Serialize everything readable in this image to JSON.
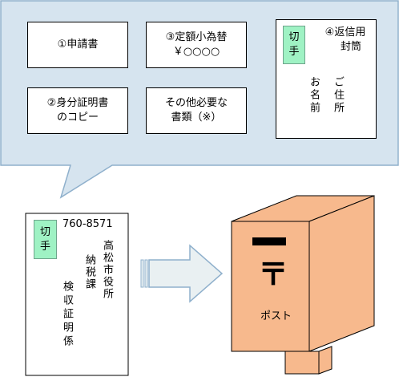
{
  "callout": {
    "items": [
      {
        "lines": [
          "①申請書"
        ]
      },
      {
        "lines": [
          "③定額小為替",
          "￥○○○○"
        ]
      },
      {
        "lines": [
          "②身分証明書",
          "のコピー"
        ]
      },
      {
        "lines": [
          "その他必要な",
          "書類（※）"
        ]
      }
    ],
    "return_envelope": {
      "label_lines": [
        "④返信用",
        "封筒"
      ],
      "stamp_chars": [
        "切",
        "手"
      ],
      "address_label": "ご住所",
      "name_label": "お名前"
    }
  },
  "envelope": {
    "stamp_chars": [
      "切",
      "手"
    ],
    "postal_code": "760-8571",
    "recipient_line1": "高松市役所",
    "recipient_line2": "納税課",
    "sender": "検収証明係"
  },
  "postbox": {
    "symbol": "〒",
    "label": "ポスト"
  },
  "colors": {
    "callout_fill": "#d6e4ef",
    "callout_stroke": "#8fb0cc",
    "stamp_fill": "#9ff2c4",
    "postbox_fill": "#f7b98d",
    "arrow_fill": "#e9f0f2",
    "arrow_stroke": "#8fb0cc"
  }
}
